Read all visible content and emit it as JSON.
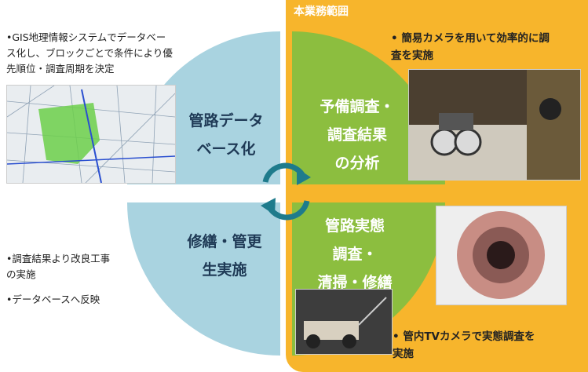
{
  "scope_label": "本業務範囲",
  "quadrants": {
    "top_left": [
      "管路データ",
      "ベース化"
    ],
    "top_right": [
      "予備調査・",
      "調査結果",
      "の分析"
    ],
    "bottom_left": [
      "修繕・管更",
      "生実施"
    ],
    "bottom_right": [
      "管路実態",
      "調査・",
      "清掃・修繕"
    ]
  },
  "notes": {
    "gis": [
      "•GIS地理情報システムでデータベー",
      "ス化し、ブロックごとで条件により優",
      "先順位・調査周期を決定"
    ],
    "camera": [
      "• 簡易カメラを用いて効率的に調",
      "査を実施"
    ],
    "improvement": [
      "•調査結果より改良工事",
      "の実施"
    ],
    "database": "•データベースへ反映",
    "tv_camera": [
      "• 管内TVカメラで実態調査を",
      "実施"
    ]
  },
  "colors": {
    "scope_panel": "#f7b52c",
    "left_quadrants": "#a9d3e0",
    "right_quadrants": "#8cbe3f",
    "arrows": "#1e7b8c"
  },
  "icons": [
    "cycle-arrow-icon"
  ]
}
